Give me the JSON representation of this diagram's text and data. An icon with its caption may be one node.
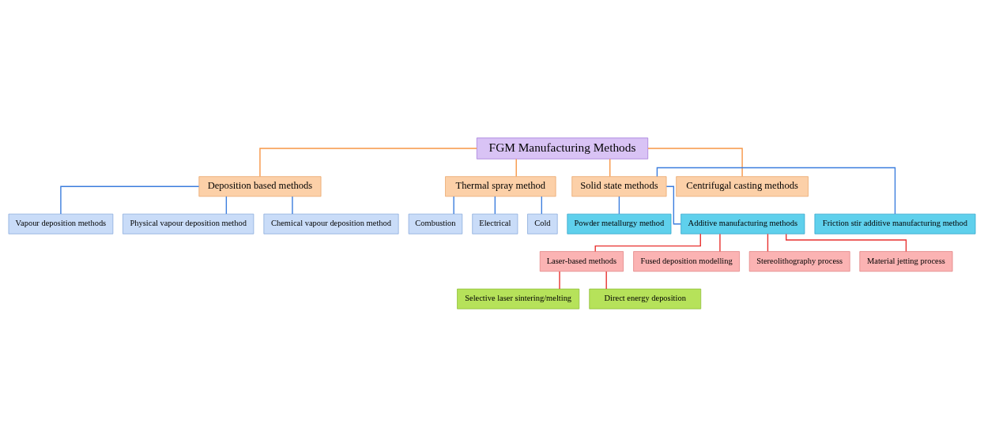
{
  "diagram": {
    "nodes": [
      {
        "text": [
          "FGM Manufacturing Methods"
        ]
      },
      {
        "text": [
          "Deposition based methods"
        ]
      },
      {
        "text": [
          "Thermal spray method"
        ]
      },
      {
        "text": [
          "Solid state methods"
        ]
      },
      {
        "text": [
          "Centrifugal casting methods"
        ]
      },
      {
        "text": [
          "Vapour deposition methods"
        ]
      },
      {
        "text": [
          "Physical vapour deposition method"
        ]
      },
      {
        "text": [
          "Chemical vapour deposition method"
        ]
      },
      {
        "text": [
          "Combustion"
        ]
      },
      {
        "text": [
          "Electrical"
        ]
      },
      {
        "text": [
          "Cold"
        ]
      },
      {
        "text": [
          "Powder metallurgy method"
        ]
      },
      {
        "text": [
          "Additive manufacturing methods"
        ]
      },
      {
        "text": [
          "Friction stir additive manufacturing method"
        ]
      },
      {
        "text": [
          "Laser-based methods"
        ]
      },
      {
        "text": [
          "Fused deposition modelling"
        ]
      },
      {
        "text": [
          "Stereolithography process"
        ]
      },
      {
        "text": [
          "Material jetting process"
        ]
      },
      {
        "text": [
          "Selective laser sintering/melting"
        ]
      },
      {
        "text": [
          "Direct energy deposition"
        ]
      }
    ],
    "edges": [
      {
        "from": 0,
        "to": 1,
        "arrow": "none",
        "color": "#f79646"
      },
      {
        "from": 0,
        "to": 2,
        "arrow": "none",
        "color": "#f79646"
      },
      {
        "from": 0,
        "to": 3,
        "arrow": "none",
        "color": "#f79646"
      },
      {
        "from": 0,
        "to": 4,
        "arrow": "none",
        "color": "#f79646"
      },
      {
        "from": 1,
        "to": 5,
        "arrow": "none"
      },
      {
        "from": 1,
        "to": 6,
        "arrow": "none"
      },
      {
        "from": 1,
        "to": 7,
        "arrow": "none"
      },
      {
        "from": 2,
        "to": 8,
        "arrow": "none"
      },
      {
        "from": 2,
        "to": 9,
        "arrow": "none"
      },
      {
        "from": 2,
        "to": 10,
        "arrow": "none"
      },
      {
        "from": 3,
        "to": 11,
        "arrow": "none"
      },
      {
        "from": 3,
        "to": 12,
        "arrow": "none"
      },
      {
        "from": 3,
        "to": 13,
        "arrow": "none"
      },
      {
        "from": 12,
        "to": 14,
        "arrow": "none",
        "color": "#e8312f"
      },
      {
        "from": 12,
        "to": 15,
        "arrow": "none",
        "color": "#e8312f"
      },
      {
        "from": 12,
        "to": 16,
        "arrow": "none",
        "color": "#e8312f"
      },
      {
        "from": 12,
        "to": 17,
        "arrow": "none",
        "color": "#e8312f"
      },
      {
        "from": 14,
        "to": 18,
        "arrow": "none",
        "color": "#e8312f"
      },
      {
        "from": 14,
        "to": 19,
        "arrow": "none",
        "color": "#e8312f"
      }
    ]
  }
}
